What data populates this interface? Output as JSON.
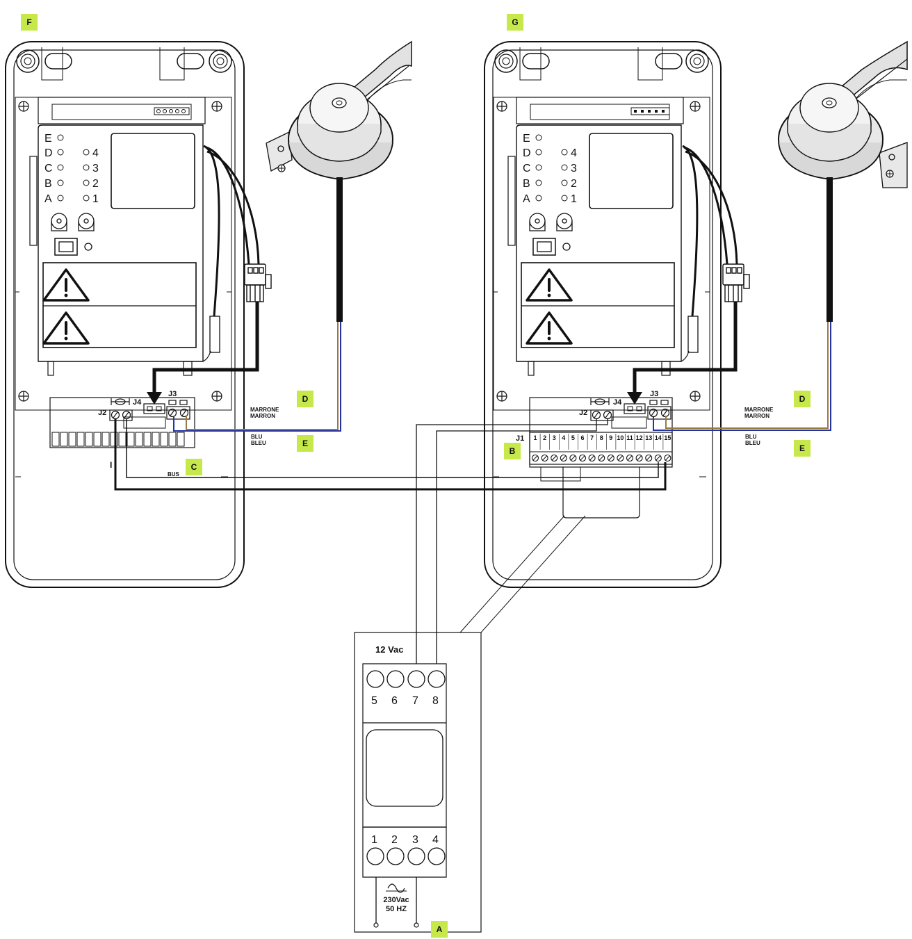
{
  "colors": {
    "callout_bg": "#c6e84a",
    "wire_brown": "#9b7a3c",
    "wire_blue": "#2333a6",
    "cable_black": "#111111",
    "stroke": "#111111"
  },
  "callouts": {
    "A": "A",
    "B": "B",
    "C": "C",
    "D": "D",
    "E": "E",
    "F": "F",
    "G": "G"
  },
  "board": {
    "leds_letters": [
      "E",
      "D",
      "C",
      "B",
      "A"
    ],
    "leds_numbers": [
      "4",
      "3",
      "2",
      "1"
    ],
    "warning_icon": "warning-triangle-icon"
  },
  "connectors": {
    "j1": "J1",
    "j2": "J2",
    "j3": "J3",
    "j4": "J4"
  },
  "j1_terminals": [
    "1",
    "2",
    "3",
    "4",
    "5",
    "6",
    "7",
    "8",
    "9",
    "10",
    "11",
    "12",
    "13",
    "14",
    "15"
  ],
  "labels": {
    "marrone": "MARRONE",
    "marron": "MARRON",
    "blu": "BLU",
    "bleu": "BLEU",
    "bus": "BUS",
    "left_marker": "I"
  },
  "transformer": {
    "output_label": "12 Vac",
    "top_terminals": [
      "5",
      "6",
      "7",
      "8"
    ],
    "bottom_terminals": [
      "1",
      "2",
      "3",
      "4"
    ],
    "input_voltage": "230Vac",
    "input_frequency": "50 HZ",
    "ac_icon": "sine-wave-icon"
  }
}
